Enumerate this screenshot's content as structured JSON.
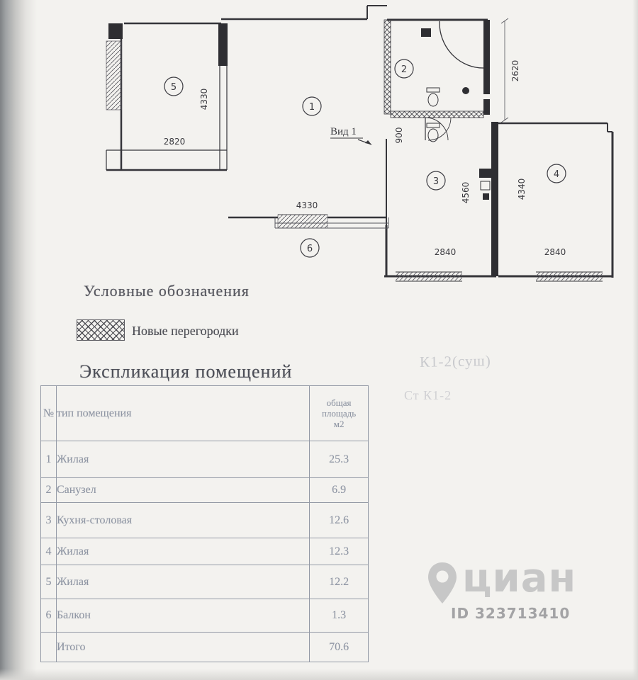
{
  "plan": {
    "view_label": "Вид 1",
    "room_numbers": {
      "r1": "1",
      "r2": "2",
      "r3": "3",
      "r4": "4",
      "r5": "5",
      "r6": "6"
    },
    "dimensions": {
      "left_room_height": "4330",
      "left_room_width": "2820",
      "living_width": "4330",
      "corridor_width": "900",
      "bath_height": "2620",
      "kitchen_height": "4560",
      "room4_height": "4340",
      "kitchen_width": "2840",
      "room4_width": "2840"
    }
  },
  "legend": {
    "title": "Условные обозначения",
    "new_partitions": "Новые перегородки"
  },
  "explication": {
    "title": "Экспликация помещений",
    "header": {
      "num": "№",
      "type": "тип помещения",
      "area_line1": "общая",
      "area_line2": "площадь",
      "area_line3": "м2"
    },
    "rows": [
      {
        "num": "1",
        "type": "Жилая",
        "area": "25.3"
      },
      {
        "num": "2",
        "type": "Санузел",
        "area": "6.9"
      },
      {
        "num": "3",
        "type": "Кухня-столовая",
        "area": "12.6"
      },
      {
        "num": "4",
        "type": "Жилая",
        "area": "12.3"
      },
      {
        "num": "5",
        "type": "Жилая",
        "area": "12.2"
      },
      {
        "num": "6",
        "type": "Балкон",
        "area": "1.3"
      }
    ],
    "total": {
      "label": "Итого",
      "area": "70.6"
    }
  },
  "watermark": {
    "brand": "циан",
    "id": "ID 323713410"
  },
  "bleedthrough": {
    "top": "К1-2(суш)",
    "mid": "Ст К1-2"
  }
}
